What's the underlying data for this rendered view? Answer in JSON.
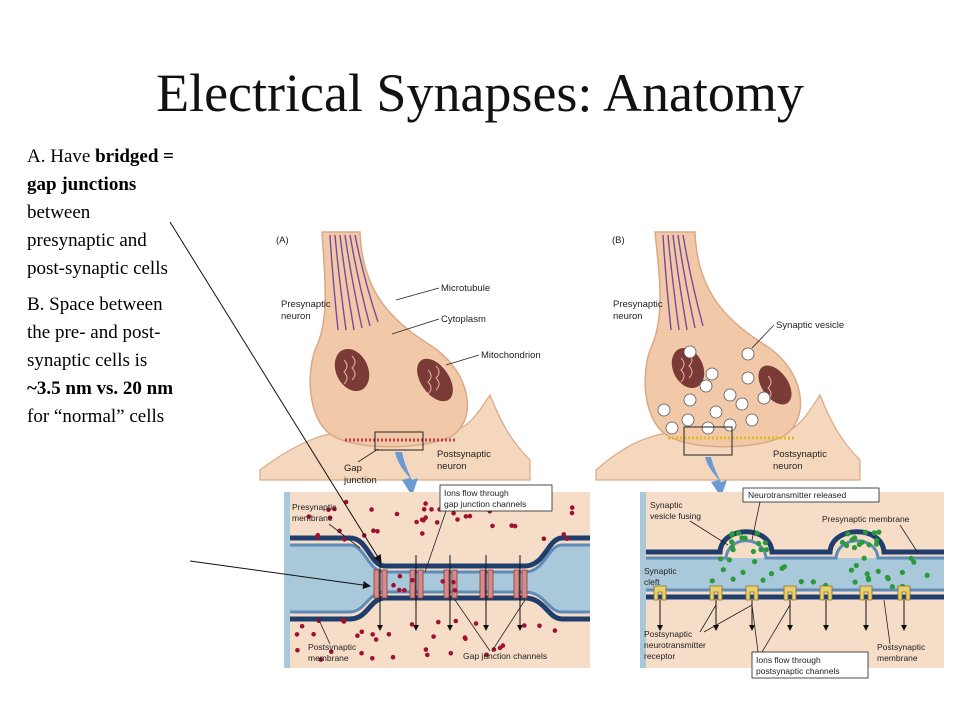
{
  "title": "Electrical Synapses: Anatomy",
  "notes": {
    "a": {
      "prefix": "A. Have ",
      "bold": "bridged = gap junctions",
      "suffix": " between presynaptic and post-synaptic cells"
    },
    "b": {
      "prefix": "B. Space between the pre- and post-synaptic cells is ",
      "bold1": "~3.5 nm vs. 20 nm",
      "mid": " for “normal” cells"
    }
  },
  "panel_a": {
    "tag": "(A)",
    "presynaptic_neuron": [
      "Presynaptic",
      "neuron"
    ],
    "microtubule": "Microtubule",
    "cytoplasm": "Cytoplasm",
    "mitochondrion": "Mitochondrion",
    "gap_junction": [
      "Gap",
      "junction"
    ],
    "postsynaptic_neuron": [
      "Postsynaptic",
      "neuron"
    ],
    "ions_flow": [
      "Ions flow through",
      "gap junction channels"
    ],
    "presynaptic_membrane": [
      "Presynaptic",
      "membrane"
    ],
    "postsynaptic_membrane": [
      "Postsynaptic",
      "membrane"
    ],
    "gap_junction_channels": "Gap junction channels"
  },
  "panel_b": {
    "tag": "(B)",
    "presynaptic_neuron": [
      "Presynaptic",
      "neuron"
    ],
    "synaptic_vesicle": "Synaptic vesicle",
    "postsynaptic_neuron": [
      "Postsynaptic",
      "neuron"
    ],
    "vesicle_fusing": [
      "Synaptic",
      "vesicle fusing"
    ],
    "nt_released": "Neurotransmitter released",
    "presynaptic_membrane": "Presynaptic membrane",
    "synaptic_cleft": [
      "Synaptic",
      "cleft"
    ],
    "receptor": [
      "Postsynaptic",
      "neurotransmitter",
      "receptor"
    ],
    "ions_flow": [
      "Ions flow through",
      "postsynaptic channels"
    ],
    "postsynaptic_membrane": [
      "Postsynaptic",
      "membrane"
    ]
  },
  "colors": {
    "neuron_fill": "#f2c9a8",
    "neuron_dark": "#e2a27c",
    "mitochondria": "#7a3a36",
    "microtubule": "#7a4a9a",
    "cleft_blue": "#a9c9da",
    "membrane_dark": "#1f3e6e",
    "membrane_mid": "#5e8bb8",
    "channel": "#d88a8a",
    "ion_dot": "#a01030",
    "nt_dot": "#2a9a3a",
    "arrow_blue": "#6a9ad0"
  }
}
